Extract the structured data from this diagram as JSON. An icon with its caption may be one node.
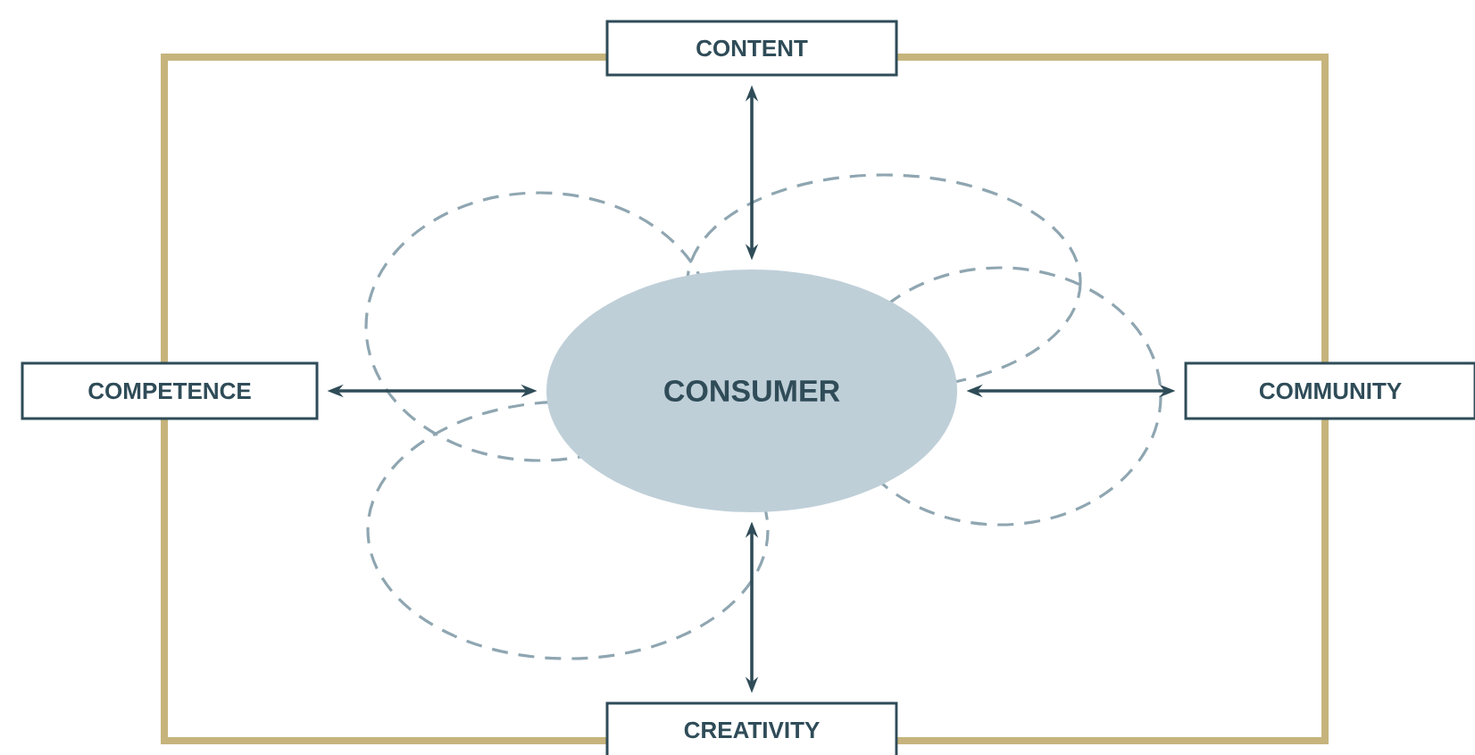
{
  "diagram": {
    "nodes": [
      {
        "text": [
          "CONTENT"
        ]
      },
      {
        "text": [
          "COMPETENCE"
        ]
      },
      {
        "text": [
          "CONSUMER"
        ]
      },
      {
        "text": [
          "COMMUNITY"
        ]
      },
      {
        "text": [
          "CREATIVITY"
        ]
      }
    ],
    "edges": [
      {
        "from": 0,
        "to": 2,
        "arrow": "both"
      },
      {
        "from": 1,
        "to": 2,
        "arrow": "both"
      },
      {
        "from": 2,
        "to": 3,
        "arrow": "both"
      },
      {
        "from": 2,
        "to": 4,
        "arrow": "both"
      }
    ]
  }
}
